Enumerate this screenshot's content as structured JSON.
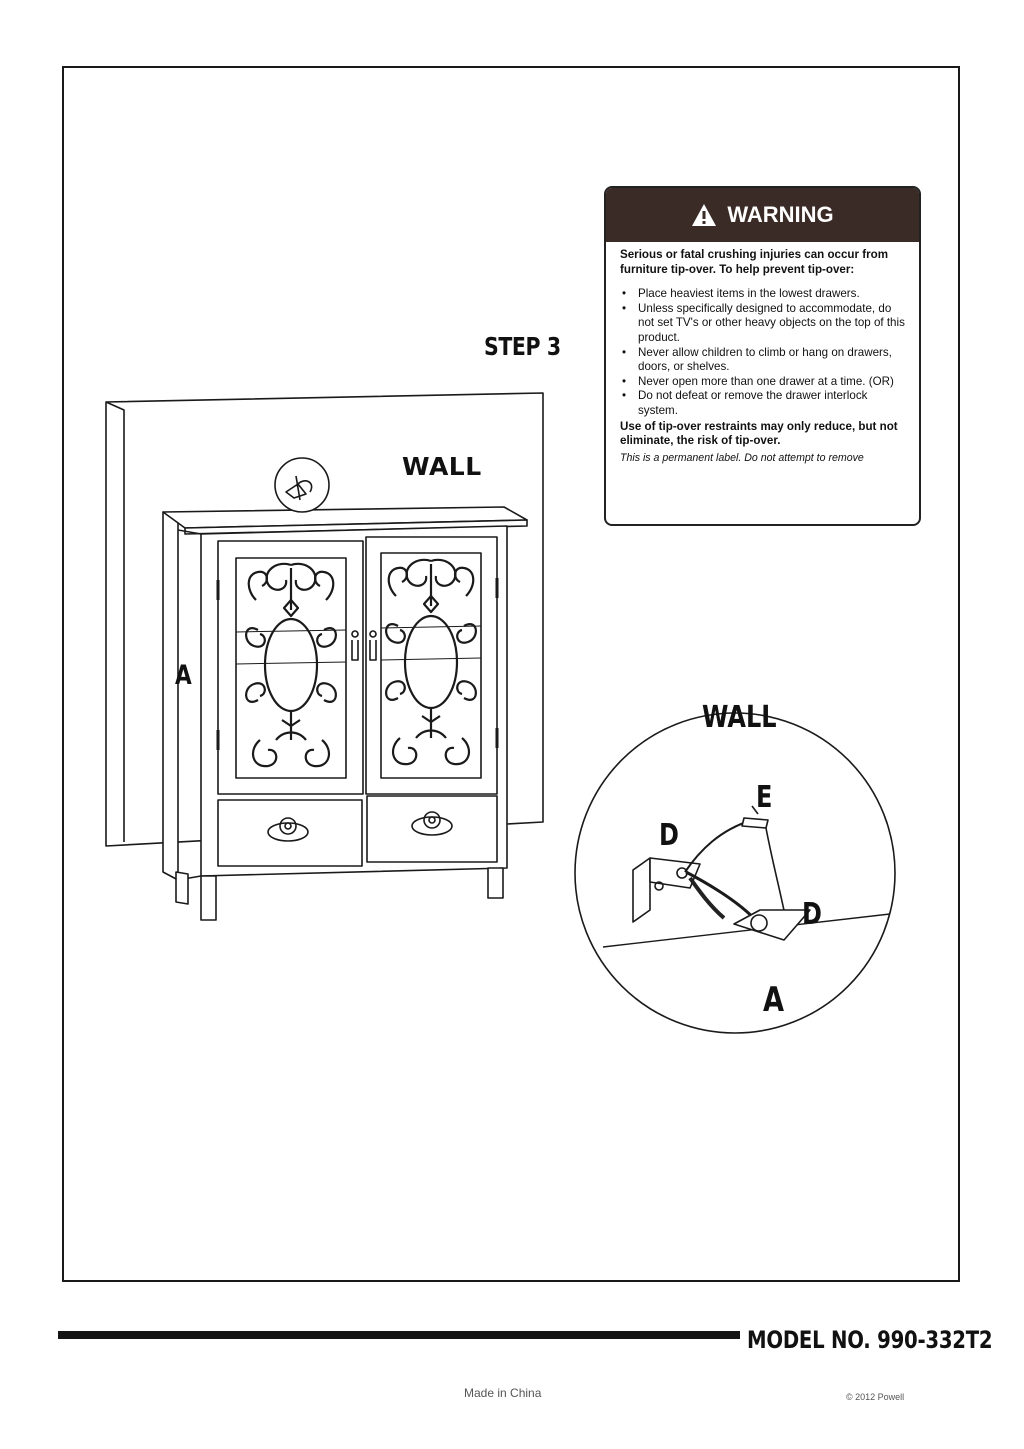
{
  "step": {
    "title": "STEP 3"
  },
  "labels": {
    "wall_main": "WALL",
    "wall_detail": "WALL",
    "part_a_main": "A",
    "part_a_detail": "A",
    "part_d_left": "D",
    "part_d_right": "D",
    "part_e": "E"
  },
  "warning": {
    "heading": "WARNING",
    "intro": "Serious or fatal crushing injuries can occur from furniture tip-over. To help prevent tip-over:",
    "items": [
      "Place heaviest items in the lowest drawers.",
      "Unless specifically designed to accommodate, do not set TV's or other heavy objects on the top of this product.",
      "Never allow children to climb or hang on drawers, doors, or shelves.",
      "Never open more than one drawer at a time. (OR)",
      "Do not defeat or remove the drawer interlock system."
    ],
    "outro": "Use of tip-over restraints may only reduce, but not eliminate, the risk of tip-over.",
    "note": "This is a permanent label. Do not attempt to remove",
    "icon": "warning-triangle-icon",
    "header_color": "#3b2b26"
  },
  "footer": {
    "model": "MODEL NO. 990-332T2",
    "made_in": "Made in China",
    "copyright": "© 2012 Powell"
  }
}
